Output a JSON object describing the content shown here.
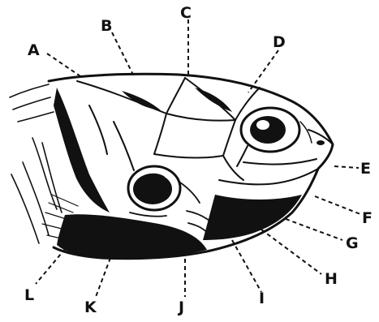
{
  "figure": {
    "labels": [
      "A",
      "B",
      "C",
      "D",
      "E",
      "F",
      "G",
      "H",
      "I",
      "J",
      "K",
      "L"
    ]
  },
  "colors": {
    "ink": "#111111",
    "paper": "#ffffff"
  }
}
